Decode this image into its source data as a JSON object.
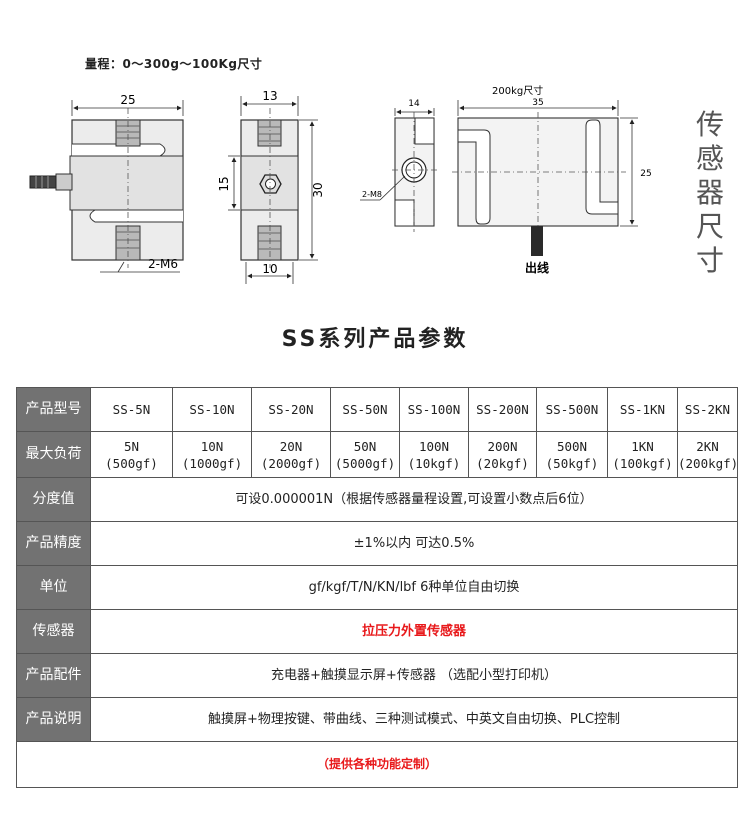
{
  "drawing": {
    "range_label": "量程：0～300g～100Kg尺寸",
    "view_front": {
      "width_dim": "25",
      "thread_label": "2-M6"
    },
    "view_side": {
      "width_dim": "13",
      "hole_dim": "15",
      "height_dim": "30",
      "bottom_dim": "10"
    },
    "view_large": {
      "caption": "200kg尺寸",
      "thick_dim": "14",
      "width_dim": "35",
      "height_dim": "25",
      "thread_label": "2-M8",
      "cable_label": "出线"
    },
    "side_title": "传感器尺寸"
  },
  "table_title": "SS系列产品参数",
  "table": {
    "model_header": "产品型号",
    "models": [
      "SS-5N",
      "SS-10N",
      "SS-20N",
      "SS-50N",
      "SS-100N",
      "SS-200N",
      "SS-500N",
      "SS-1KN",
      "SS-2KN"
    ],
    "load_header": "最大负荷",
    "loads": [
      {
        "n": "5N",
        "g": "(500gf)"
      },
      {
        "n": "10N",
        "g": "(1000gf)"
      },
      {
        "n": "20N",
        "g": "(2000gf)"
      },
      {
        "n": "50N",
        "g": "(5000gf)"
      },
      {
        "n": "100N",
        "g": "(10kgf)"
      },
      {
        "n": "200N",
        "g": "(20kgf)"
      },
      {
        "n": "500N",
        "g": "(50kgf)"
      },
      {
        "n": "1KN",
        "g": "(100kgf)"
      },
      {
        "n": "2KN",
        "g": "(200kgf)"
      }
    ],
    "rows": [
      {
        "label": "分度值",
        "value": "可设0.000001N（根据传感器量程设置,可设置小数点后6位）"
      },
      {
        "label": "产品精度",
        "value": "±1%以内   可达0.5%"
      },
      {
        "label": "单位",
        "value": "gf/kgf/T/N/KN/lbf 6种单位自由切换"
      },
      {
        "label": "传感器",
        "value": "拉压力外置传感器"
      },
      {
        "label": "产品配件",
        "value": "充电器+触摸显示屏+传感器  （选配小型打印机）"
      },
      {
        "label": "产品说明",
        "value": "触摸屏+物理按键、带曲线、三种测试模式、中英文自由切换、PLC控制"
      }
    ],
    "footer": "（提供各种功能定制）"
  },
  "colors": {
    "header_bg": "#727272",
    "header_text": "#ffffff",
    "highlight": "#e8191b",
    "part_fill": "#e8e8e8",
    "thread_fill": "#b9b9b9"
  }
}
